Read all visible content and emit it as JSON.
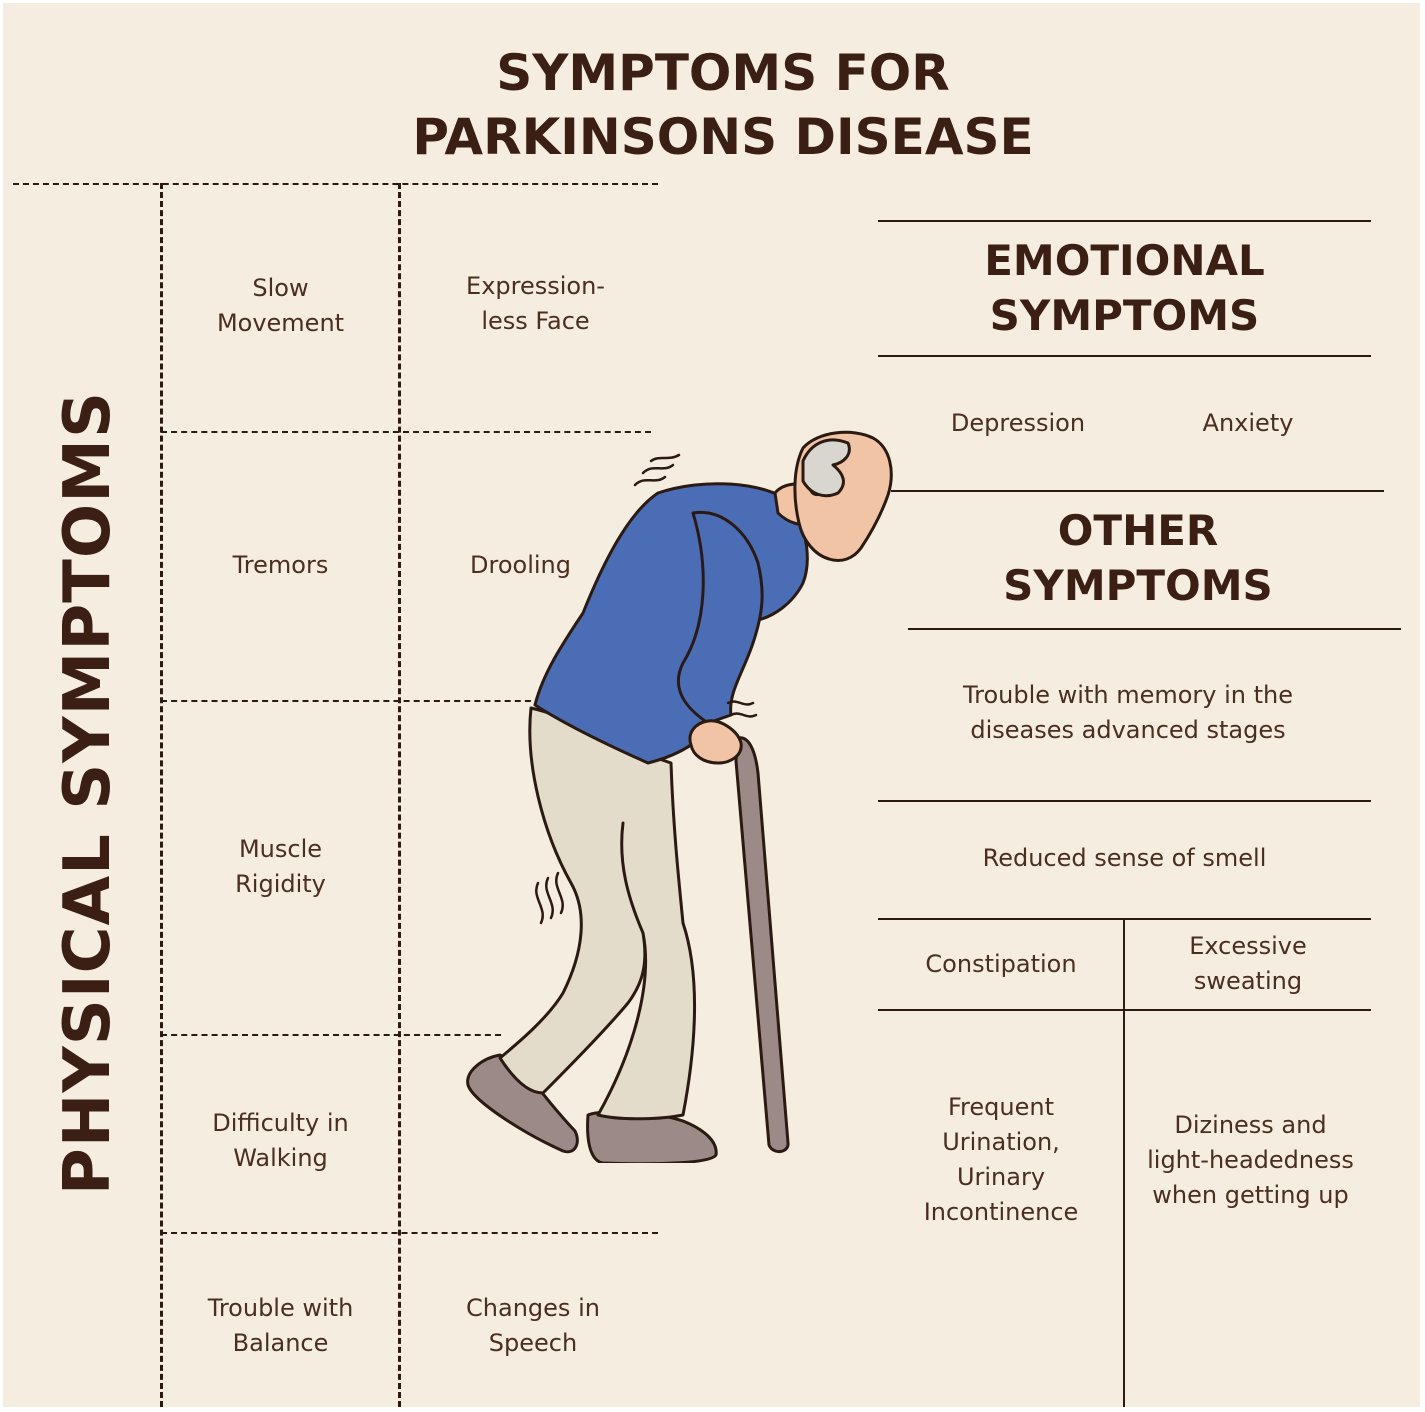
{
  "title": {
    "line1": "SYMPTOMS FOR",
    "line2": "PARKINSONS DISEASE"
  },
  "physical": {
    "heading": "PHYSICAL SYMPTOMS",
    "col1": [
      {
        "line1": "Slow",
        "line2": "Movement"
      },
      {
        "line1": "Tremors",
        "line2": ""
      },
      {
        "line1": "Muscle",
        "line2": "Rigidity"
      },
      {
        "line1": "Difficulty in",
        "line2": "Walking"
      },
      {
        "line1": "Trouble with",
        "line2": "Balance"
      }
    ],
    "col2": [
      {
        "line1": "Expression-",
        "line2": "less Face"
      },
      {
        "line1": "Drooling",
        "line2": ""
      },
      {
        "line1": "Changes in",
        "line2": "Speech"
      }
    ]
  },
  "emotional": {
    "heading": {
      "line1": "EMOTIONAL",
      "line2": "SYMPTOMS"
    },
    "items": [
      "Depression",
      "Anxiety"
    ]
  },
  "other": {
    "heading": {
      "line1": "OTHER",
      "line2": "SYMPTOMS"
    },
    "memory": {
      "line1": "Trouble with memory in the",
      "line2": "diseases advanced stages"
    },
    "smell": "Reduced sense of smell",
    "constipation": "Constipation",
    "sweating": {
      "line1": "Excessive",
      "line2": "sweating"
    },
    "urination": {
      "line1": "Frequent",
      "line2": "Urination,",
      "line3": "Urinary",
      "line4": "Incontinence"
    },
    "dizziness": {
      "line1": "Diziness and",
      "line2": "light-headedness",
      "line3": "when getting up"
    }
  },
  "colors": {
    "background": "#f6ede1",
    "heading_text": "#3b1f14",
    "body_text": "#4a2e21",
    "sweater": "#4a6db5",
    "pants": "#e3dccb",
    "skin": "#f2c4a6",
    "hair": "#d9d6d0",
    "shoes_cane": "#9b8a87"
  }
}
